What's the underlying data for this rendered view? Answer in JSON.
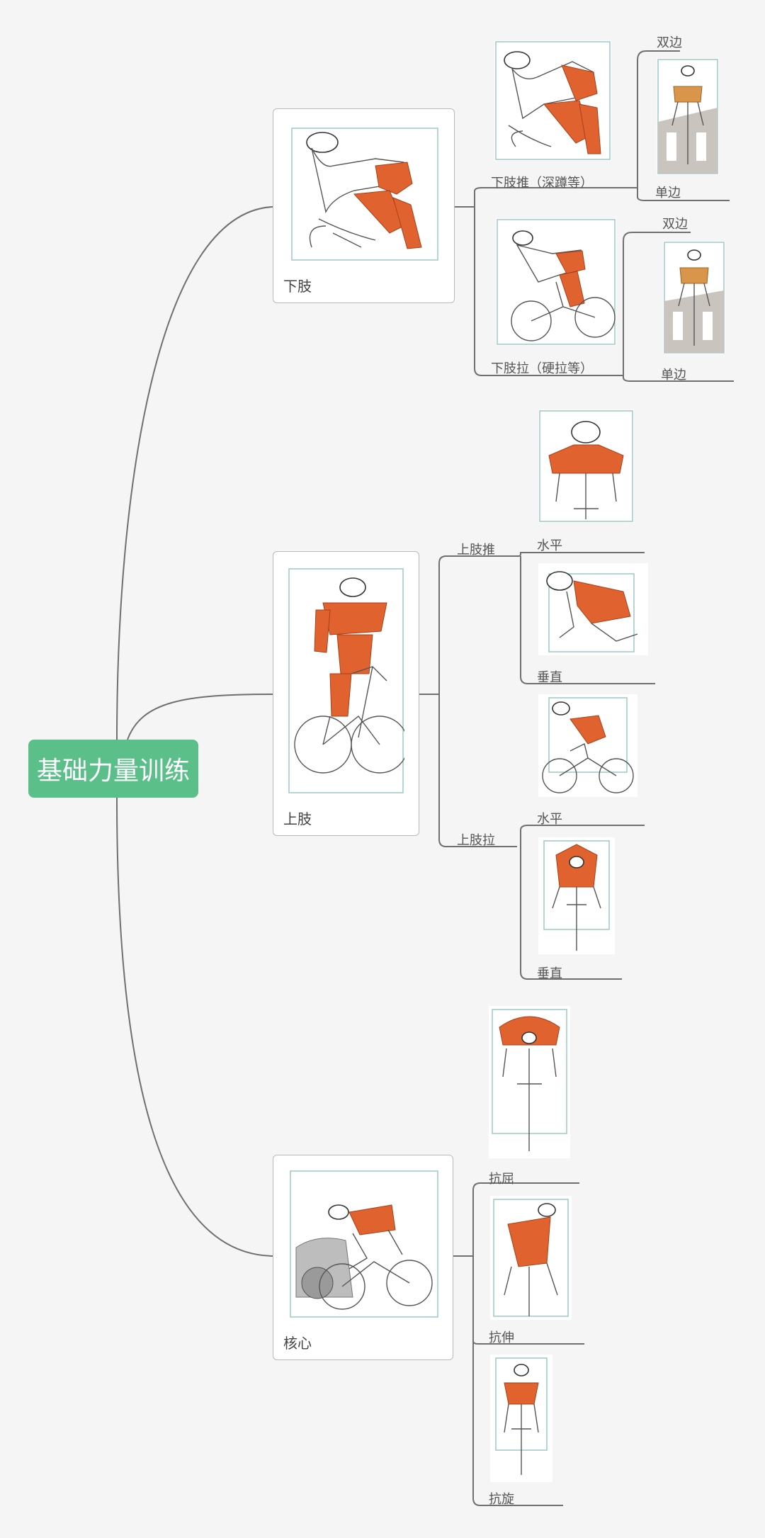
{
  "root": {
    "label": "基础力量训练"
  },
  "branches": {
    "lower": {
      "label": "下肢",
      "push": {
        "label": "下肢推（深蹲等）",
        "bilateral": "双边",
        "unilateral": "单边"
      },
      "pull": {
        "label": "下肢拉（硬拉等）",
        "bilateral": "双边",
        "unilateral": "单边"
      }
    },
    "upper": {
      "label": "上肢",
      "push": {
        "label": "上肢推",
        "horizontal": "水平",
        "vertical": "垂直"
      },
      "pull": {
        "label": "上肢拉",
        "horizontal": "水平",
        "vertical": "垂直"
      }
    },
    "core": {
      "label": "核心",
      "anti_flexion": "抗屈",
      "anti_extension": "抗伸",
      "anti_rotation": "抗旋"
    }
  },
  "colors": {
    "root": "#5bbf8a",
    "muscle": "#e0622e",
    "line": "#7a7a7a"
  }
}
